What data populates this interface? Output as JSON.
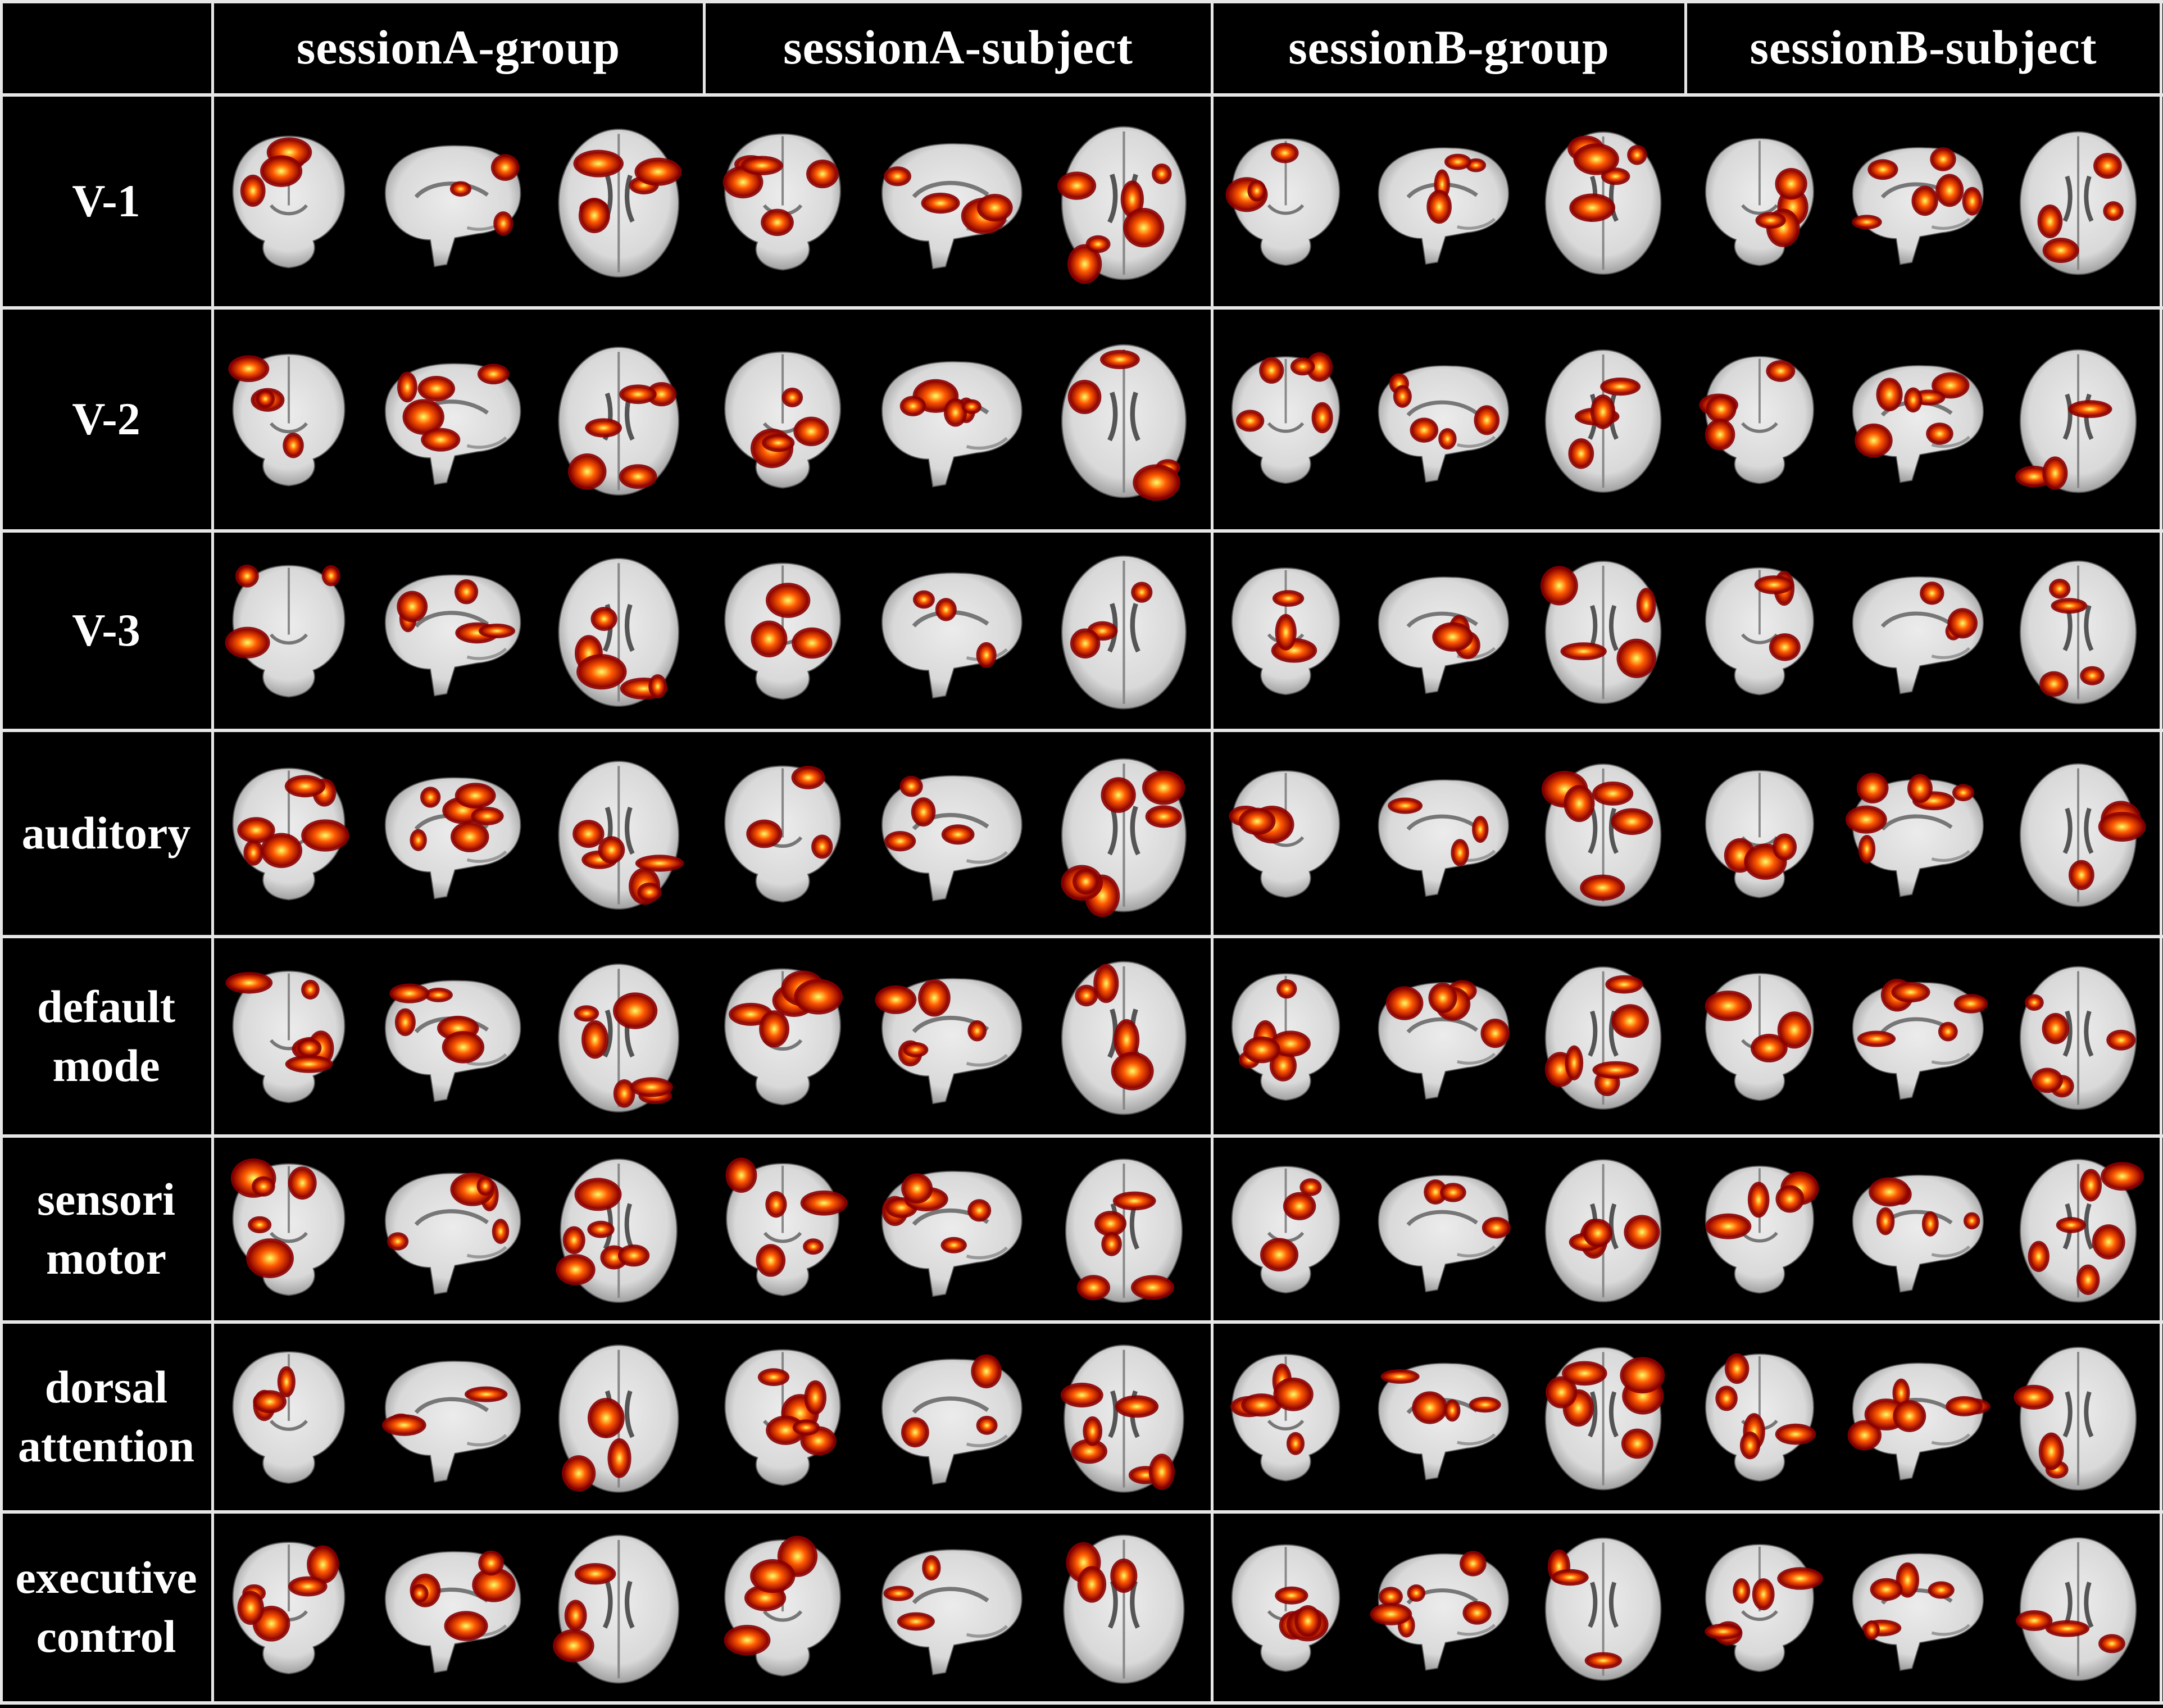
{
  "columns": [
    {
      "label": "sessionA-group"
    },
    {
      "label": "sessionA-subject"
    },
    {
      "label": "sessionB-group"
    },
    {
      "label": "sessionB-subject"
    }
  ],
  "rows": [
    {
      "id": "v1",
      "label_lines": [
        "V-1"
      ]
    },
    {
      "id": "v2",
      "label_lines": [
        "V-2"
      ]
    },
    {
      "id": "v3",
      "label_lines": [
        "V-3"
      ]
    },
    {
      "id": "auditory",
      "label_lines": [
        "auditory"
      ]
    },
    {
      "id": "default-mode",
      "label_lines": [
        "default",
        "mode"
      ]
    },
    {
      "id": "sensorimotor",
      "label_lines": [
        "sensori",
        "motor"
      ]
    },
    {
      "id": "dorsal-attention",
      "label_lines": [
        "dorsal",
        "attention"
      ]
    },
    {
      "id": "executive-control",
      "label_lines": [
        "executive",
        "control"
      ]
    }
  ],
  "views": [
    "coronal",
    "sagittal",
    "axial"
  ],
  "colors": {
    "background": "#000000",
    "grid": "#e6e6e6",
    "brain_light": "#d9d9d9",
    "brain_dark": "#8a8a8a",
    "activation_low": "#8b0000",
    "activation_mid": "#ff5a00",
    "activation_high": "#ffff66"
  }
}
